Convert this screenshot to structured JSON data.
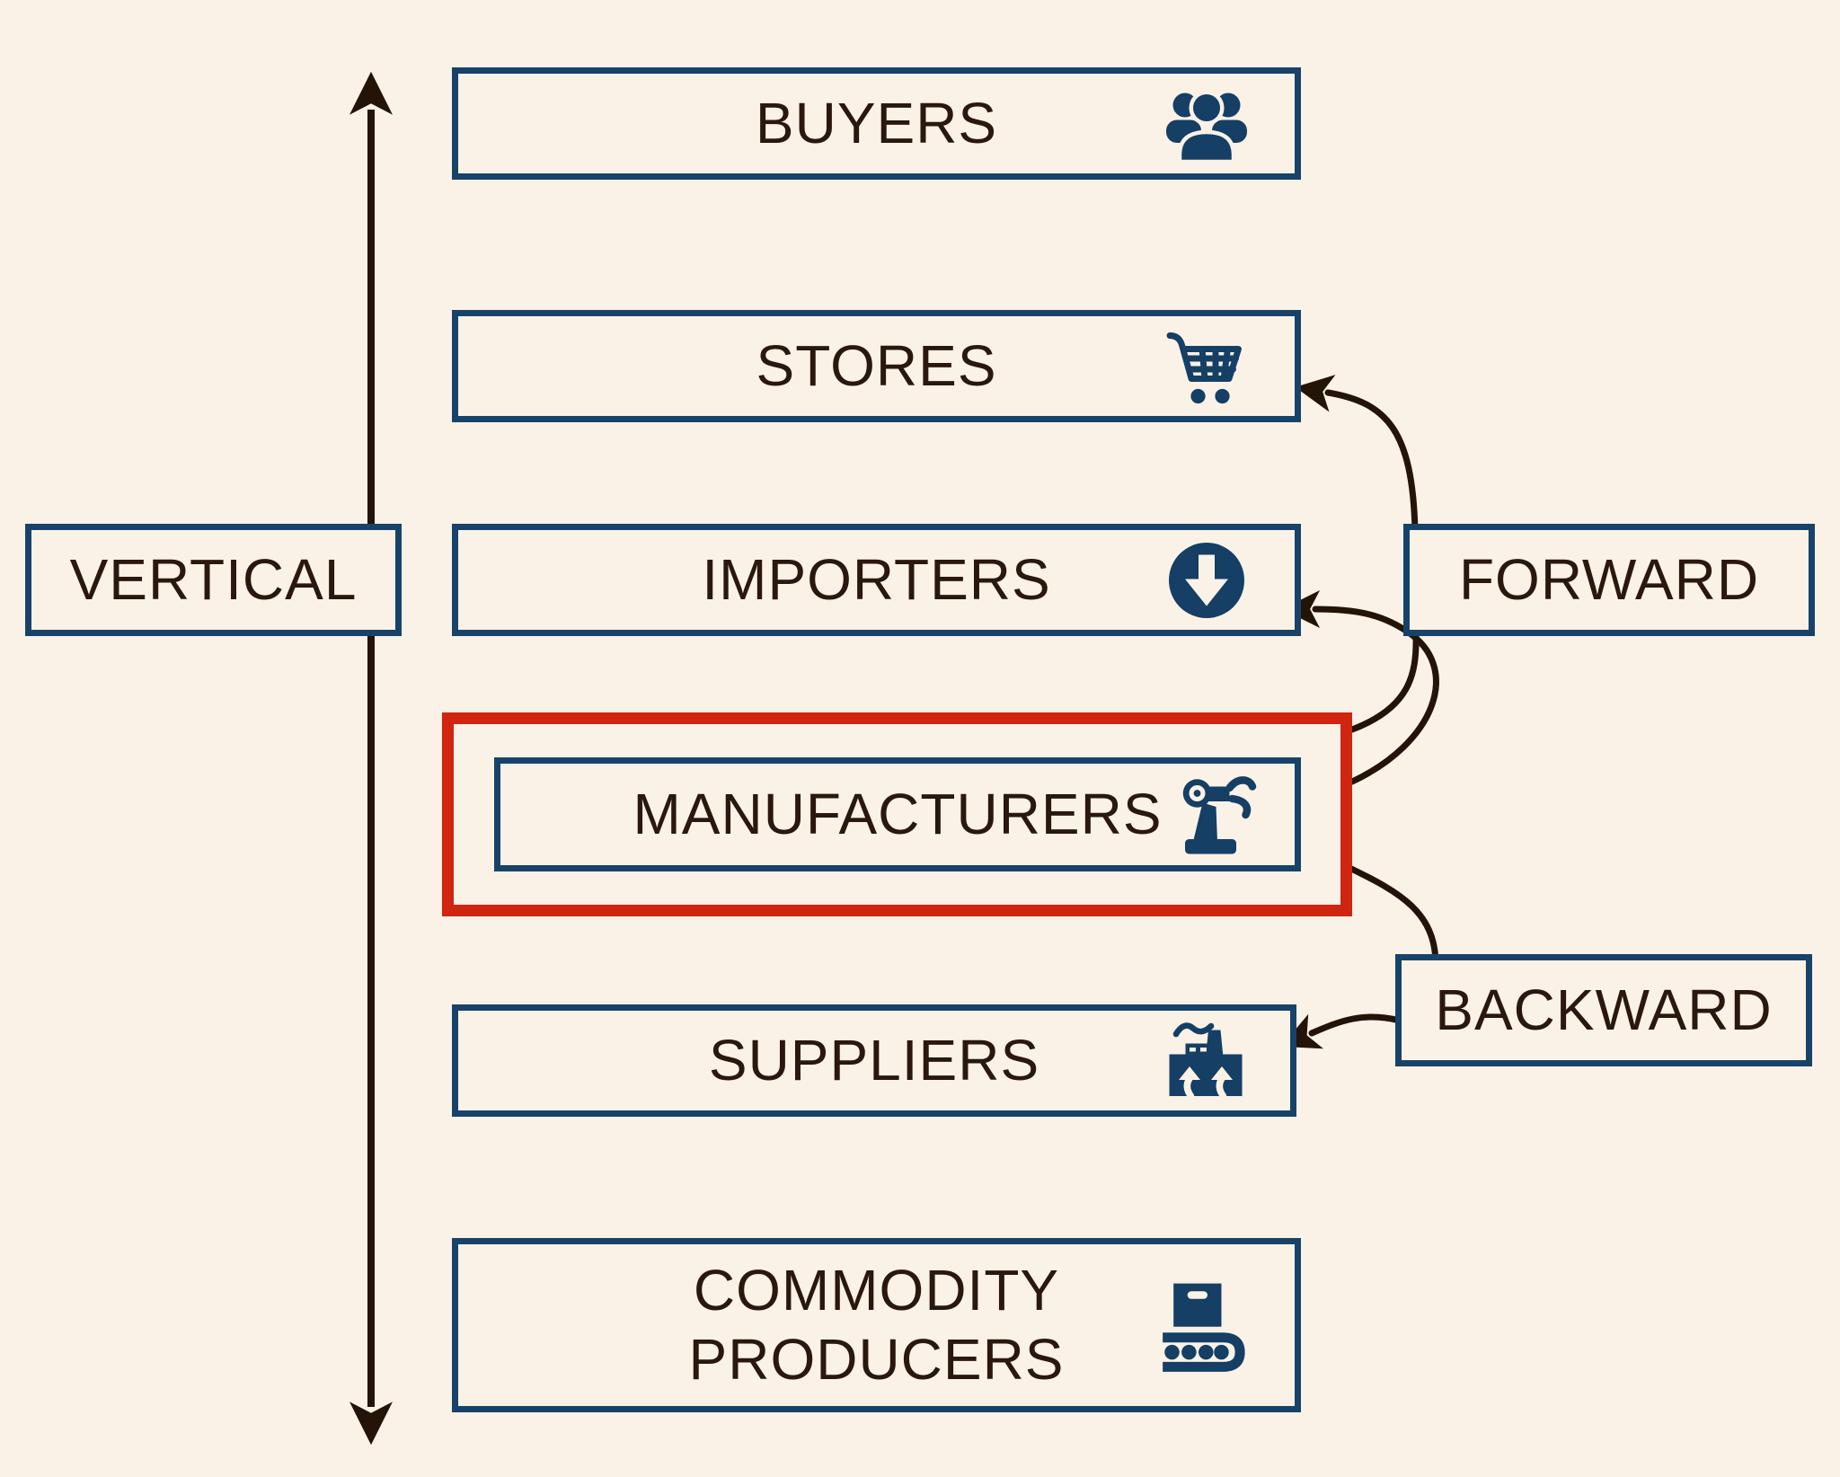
{
  "colors": {
    "background": "#faf2e6",
    "navy_border": "#17436a",
    "navy_icon": "#153f65",
    "highlight_red": "#cf2511",
    "text_ink": "#2a170e",
    "arrow_line": "#241307"
  },
  "axis": {
    "label": "VERTICAL",
    "direction": "double-headed vertical arrow"
  },
  "chain": {
    "buyers": {
      "label": "BUYERS",
      "icon": "users-group-icon"
    },
    "stores": {
      "label": "STORES",
      "icon": "shopping-cart-icon"
    },
    "importers": {
      "label": "IMPORTERS",
      "icon": "arrow-down-circle-icon"
    },
    "manufacturers": {
      "label": "MANUFACTURERS",
      "icon": "robot-arm-icon",
      "highlighted": true
    },
    "suppliers": {
      "label": "SUPPLIERS",
      "icon": "factory-icon"
    },
    "commodity_producers": {
      "label_line1": "COMMODITY",
      "label_line2": "PRODUCERS",
      "icon": "conveyor-belt-icon"
    }
  },
  "integration": {
    "forward": {
      "label": "FORWARD"
    },
    "backward": {
      "label": "BACKWARD"
    }
  },
  "relations": [
    {
      "from": "manufacturers",
      "via": "forward",
      "to": "stores"
    },
    {
      "from": "manufacturers",
      "via": "forward",
      "to": "importers"
    },
    {
      "from": "manufacturers",
      "via": "backward",
      "to": "suppliers"
    }
  ]
}
